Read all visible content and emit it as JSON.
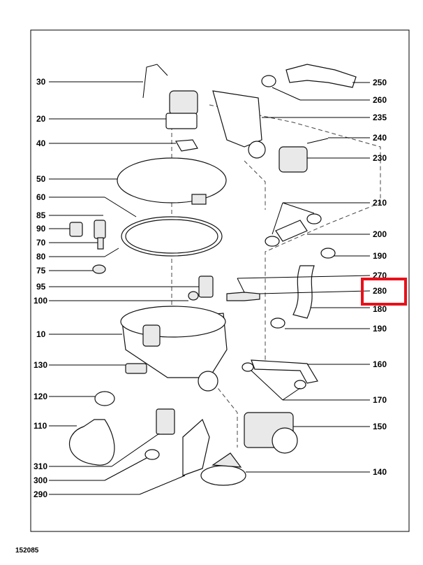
{
  "drawing_number": "152085",
  "highlight_color": "#e8101a",
  "highlighted_label": "280",
  "labels_left": [
    "30",
    "20",
    "40",
    "50",
    "60",
    "85",
    "90",
    "70",
    "80",
    "75",
    "95",
    "100",
    "10",
    "130",
    "120",
    "110",
    "310",
    "300",
    "290"
  ],
  "labels_right": [
    "250",
    "260",
    "235",
    "240",
    "230",
    "210",
    "200",
    "190",
    "270",
    "280",
    "180",
    "190",
    "160",
    "170",
    "150",
    "140"
  ]
}
